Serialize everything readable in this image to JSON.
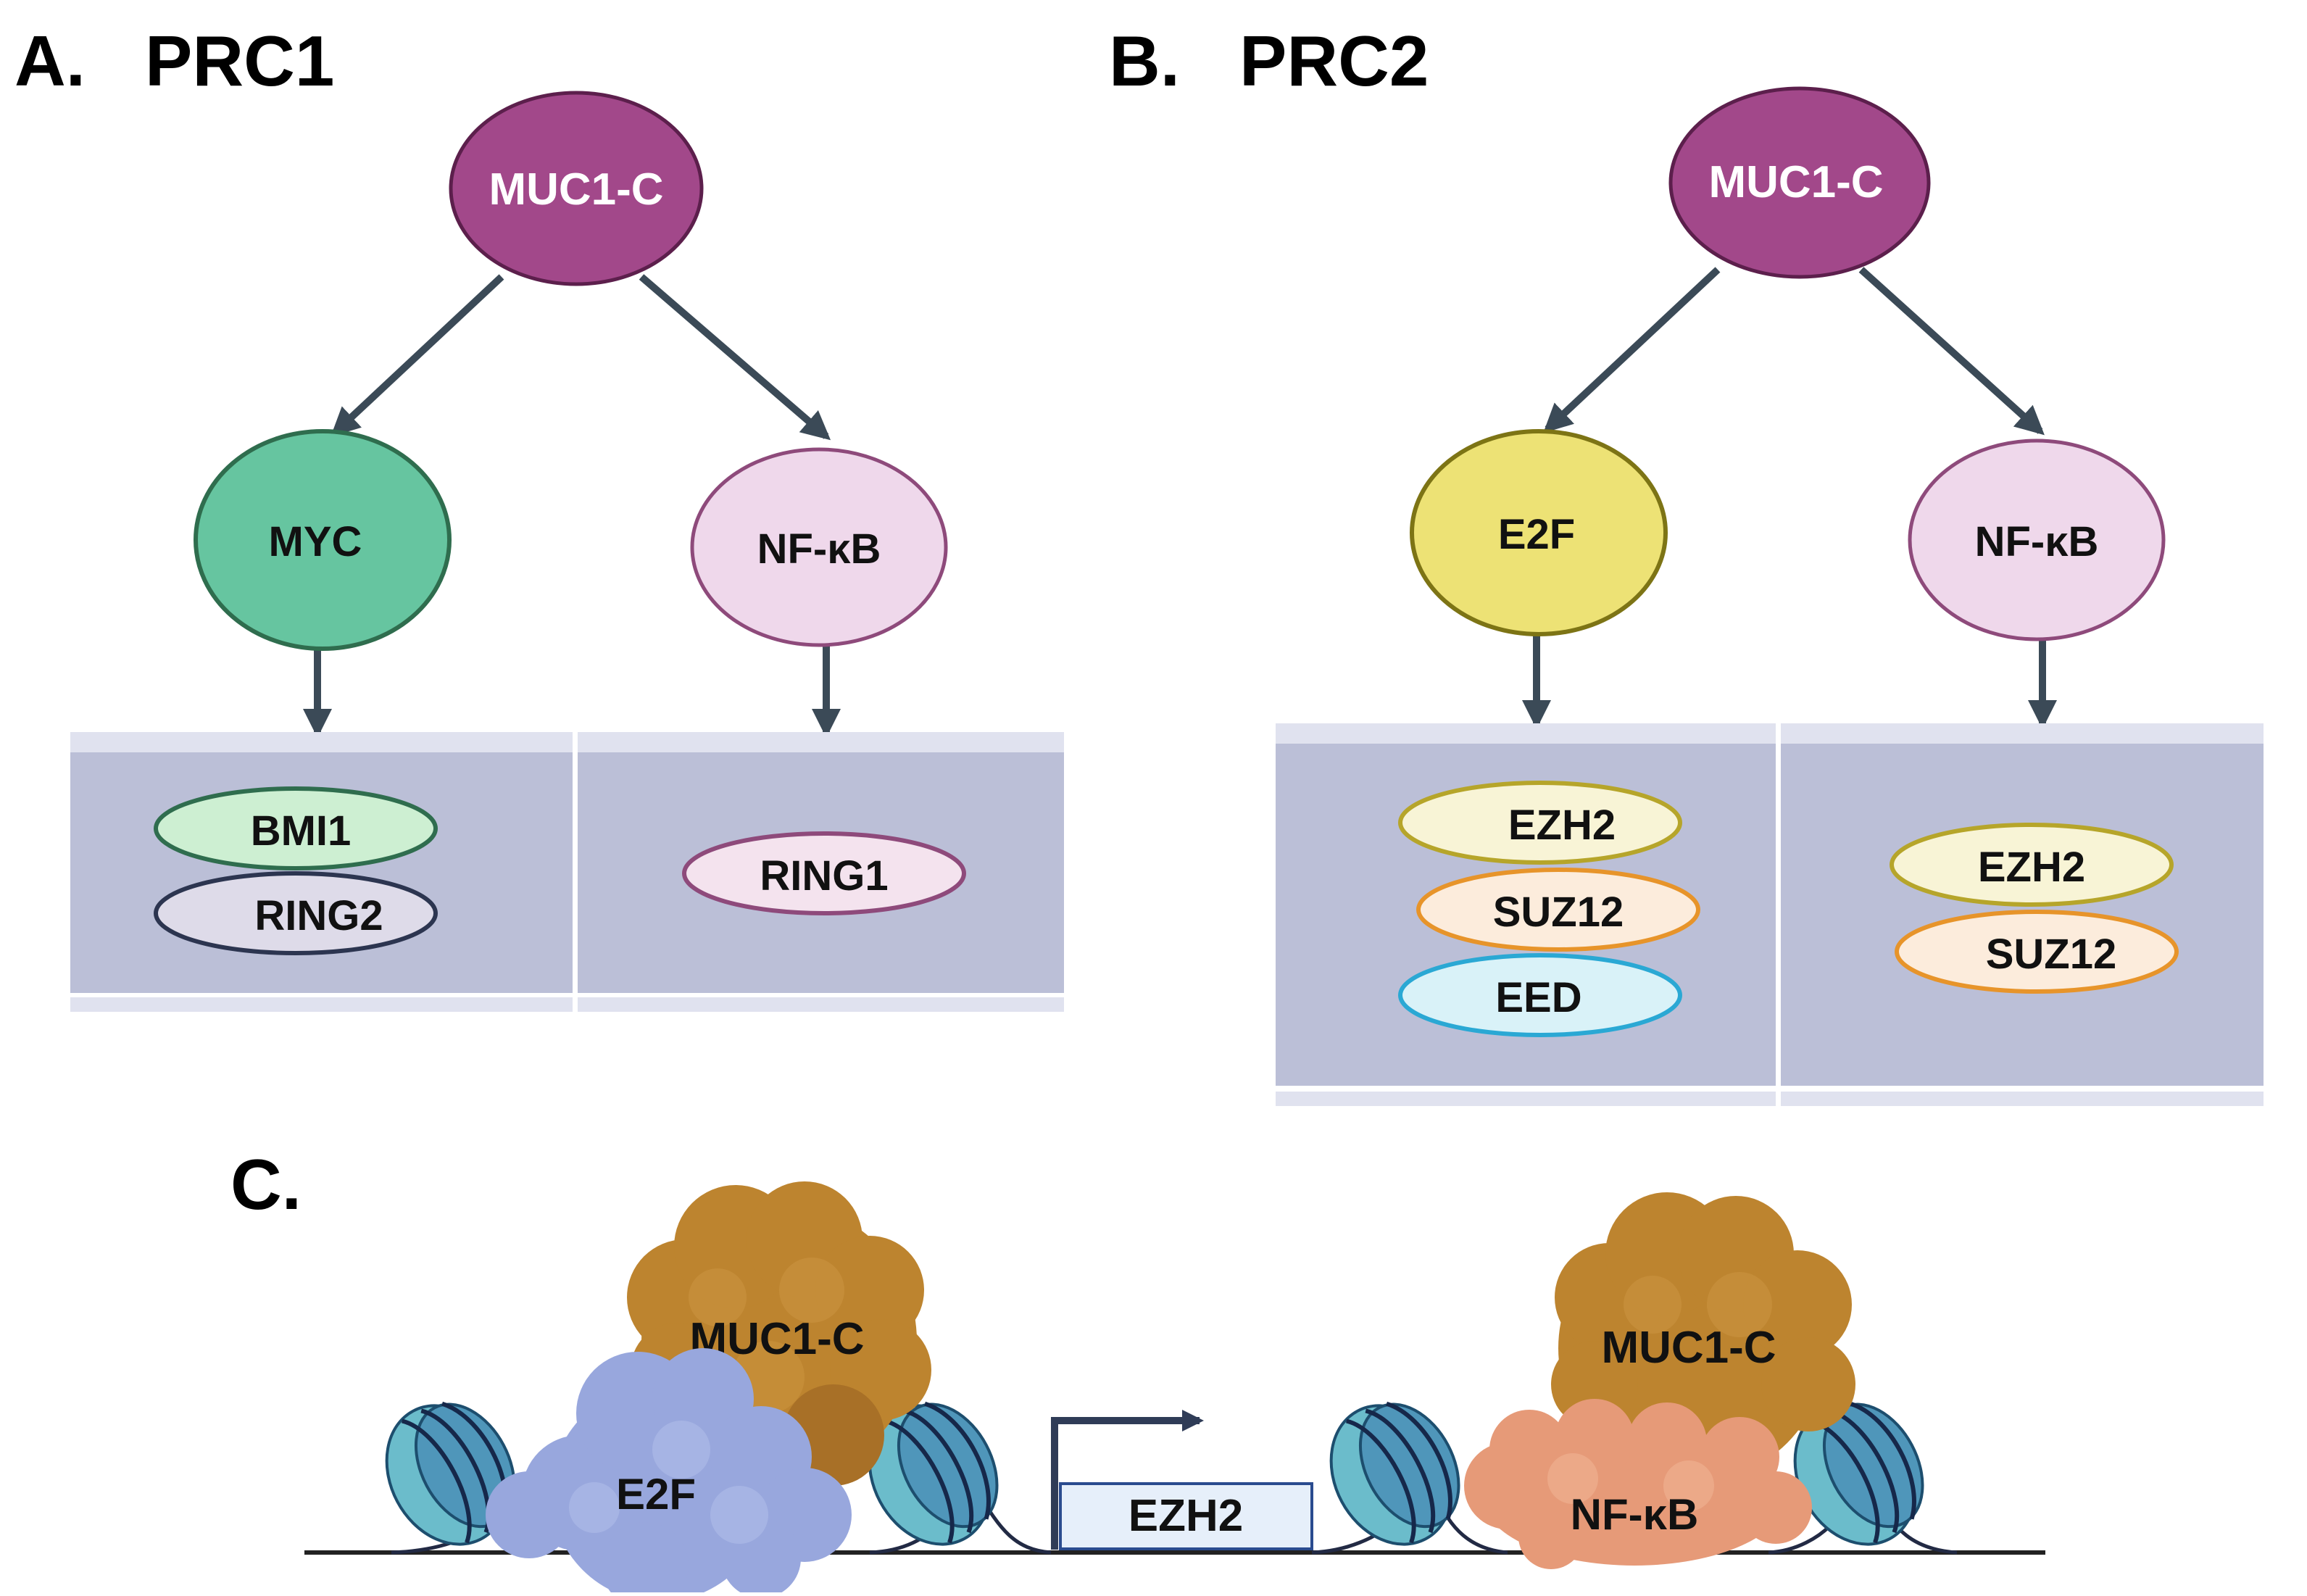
{
  "panels": {
    "a": {
      "letter": "A.",
      "title": "PRC1"
    },
    "b": {
      "letter": "B.",
      "title": "PRC2"
    },
    "c": {
      "letter": "C."
    }
  },
  "prc1": {
    "top": "MUC1-C",
    "left_tf": "MYC",
    "right_tf": "NF-κB",
    "left_box": [
      "BMI1",
      "RING2"
    ],
    "right_box": [
      "RING1"
    ]
  },
  "prc2": {
    "top": "MUC1-C",
    "left_tf": "E2F",
    "right_tf": "NF-κB",
    "left_box": [
      "EZH2",
      "SUZ12",
      "EED"
    ],
    "right_box": [
      "EZH2",
      "SUZ12"
    ]
  },
  "locus": {
    "left_coactivator": "MUC1-C",
    "left_tf": "E2F",
    "gene": "EZH2",
    "right_coactivator": "MUC1-C",
    "right_tf": "NF-κB"
  },
  "colors": {
    "muc1c": "#a2488a",
    "myc": "#66c5a0",
    "nfkb": "#efd8eb",
    "e2f": "#ede275",
    "box_bg": "#bbbfd7",
    "arrow": "#3b4a57",
    "blob_brown": "#bd842f",
    "blob_blue": "#98a7dd",
    "blob_salmon": "#e69a78",
    "nucleosome": "#6bbccb"
  }
}
